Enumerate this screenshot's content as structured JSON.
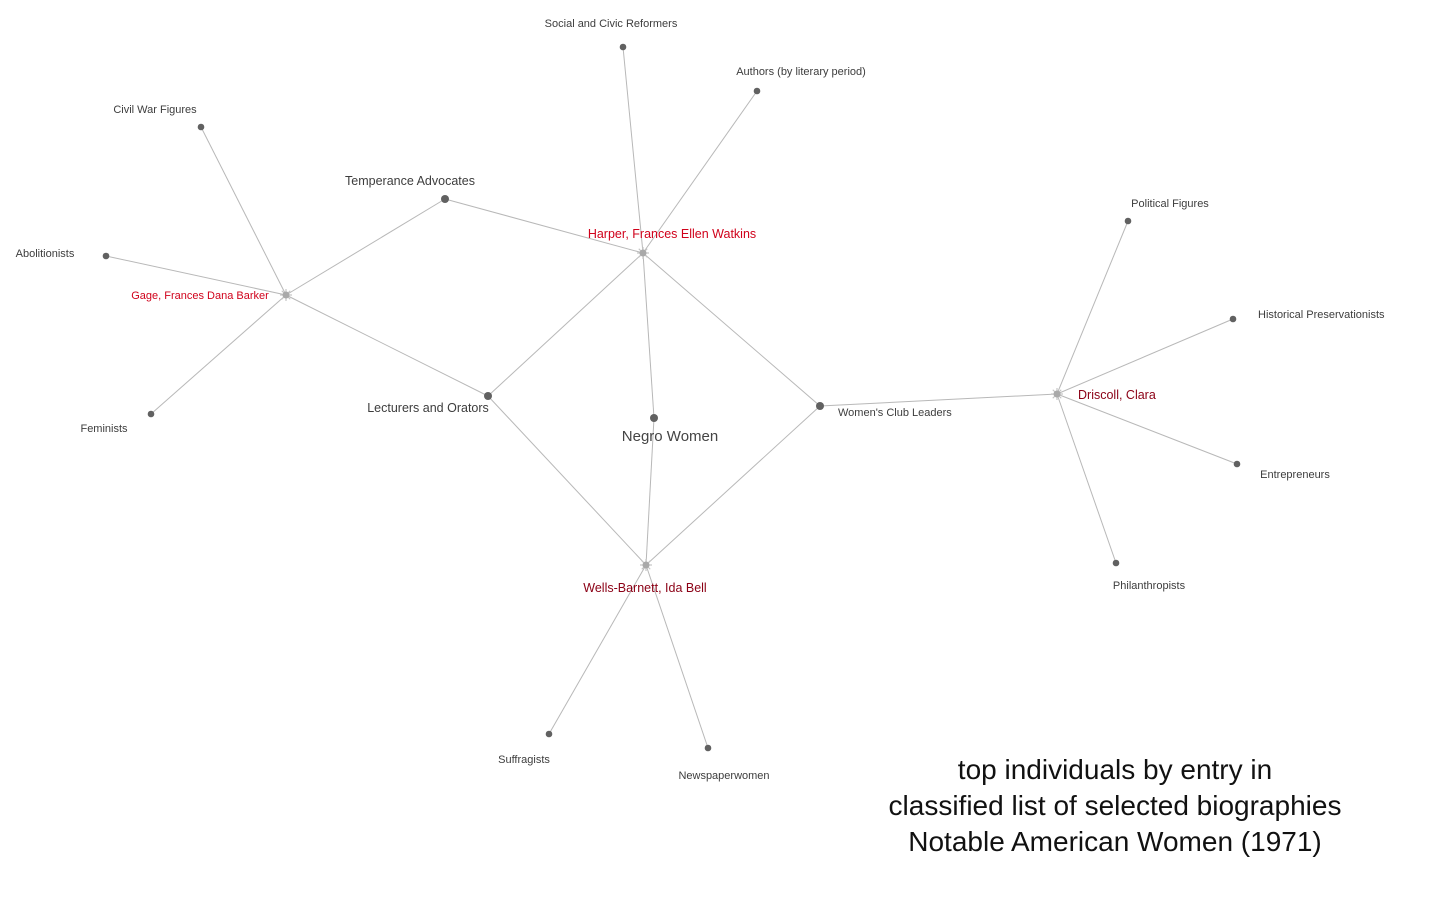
{
  "caption": {
    "line1": "top individuals by entry in",
    "line2": "classified list of selected biographies",
    "line3": "Notable American Women (1971)"
  },
  "colors": {
    "edge": "#b8b8b8",
    "category_node": "#616161",
    "person_node": "#a9a9a9",
    "person_label_bright": "#d0021b",
    "person_label_dark": "#8b0015",
    "category_label": "#3d3d3d",
    "caption": "#111111"
  },
  "nodes": {
    "harper": {
      "label": "Harper, Frances Ellen Watkins",
      "kind": "person"
    },
    "gage": {
      "label": "Gage, Frances Dana Barker",
      "kind": "person"
    },
    "wells": {
      "label": "Wells-Barnett, Ida Bell",
      "kind": "person"
    },
    "driscoll": {
      "label": "Driscoll, Clara",
      "kind": "person"
    },
    "social_reformers": {
      "label": "Social and Civic Reformers",
      "kind": "category"
    },
    "authors": {
      "label": "Authors (by literary period)",
      "kind": "category"
    },
    "civil_war": {
      "label": "Civil War Figures",
      "kind": "category"
    },
    "temperance": {
      "label": "Temperance Advocates",
      "kind": "category"
    },
    "abolitionists": {
      "label": "Abolitionists",
      "kind": "category"
    },
    "feminists": {
      "label": "Feminists",
      "kind": "category"
    },
    "lecturers": {
      "label": "Lecturers and Orators",
      "kind": "category"
    },
    "negro_women": {
      "label": "Negro Women",
      "kind": "category"
    },
    "womens_club": {
      "label": "Women's Club Leaders",
      "kind": "category"
    },
    "political": {
      "label": "Political Figures",
      "kind": "category"
    },
    "preservationists": {
      "label": "Historical Preservationists",
      "kind": "category"
    },
    "entrepreneurs": {
      "label": "Entrepreneurs",
      "kind": "category"
    },
    "philanthropists": {
      "label": "Philanthropists",
      "kind": "category"
    },
    "suffragists": {
      "label": "Suffragists",
      "kind": "category"
    },
    "newspaperwomen": {
      "label": "Newspaperwomen",
      "kind": "category"
    }
  },
  "edges": [
    [
      "harper",
      "social_reformers"
    ],
    [
      "harper",
      "authors"
    ],
    [
      "harper",
      "temperance"
    ],
    [
      "harper",
      "lecturers"
    ],
    [
      "harper",
      "negro_women"
    ],
    [
      "harper",
      "womens_club"
    ],
    [
      "gage",
      "civil_war"
    ],
    [
      "gage",
      "abolitionists"
    ],
    [
      "gage",
      "temperance"
    ],
    [
      "gage",
      "feminists"
    ],
    [
      "gage",
      "lecturers"
    ],
    [
      "wells",
      "lecturers"
    ],
    [
      "wells",
      "negro_women"
    ],
    [
      "wells",
      "womens_club"
    ],
    [
      "wells",
      "suffragists"
    ],
    [
      "wells",
      "newspaperwomen"
    ],
    [
      "driscoll",
      "womens_club"
    ],
    [
      "driscoll",
      "political"
    ],
    [
      "driscoll",
      "preservationists"
    ],
    [
      "driscoll",
      "entrepreneurs"
    ],
    [
      "driscoll",
      "philanthropists"
    ]
  ]
}
